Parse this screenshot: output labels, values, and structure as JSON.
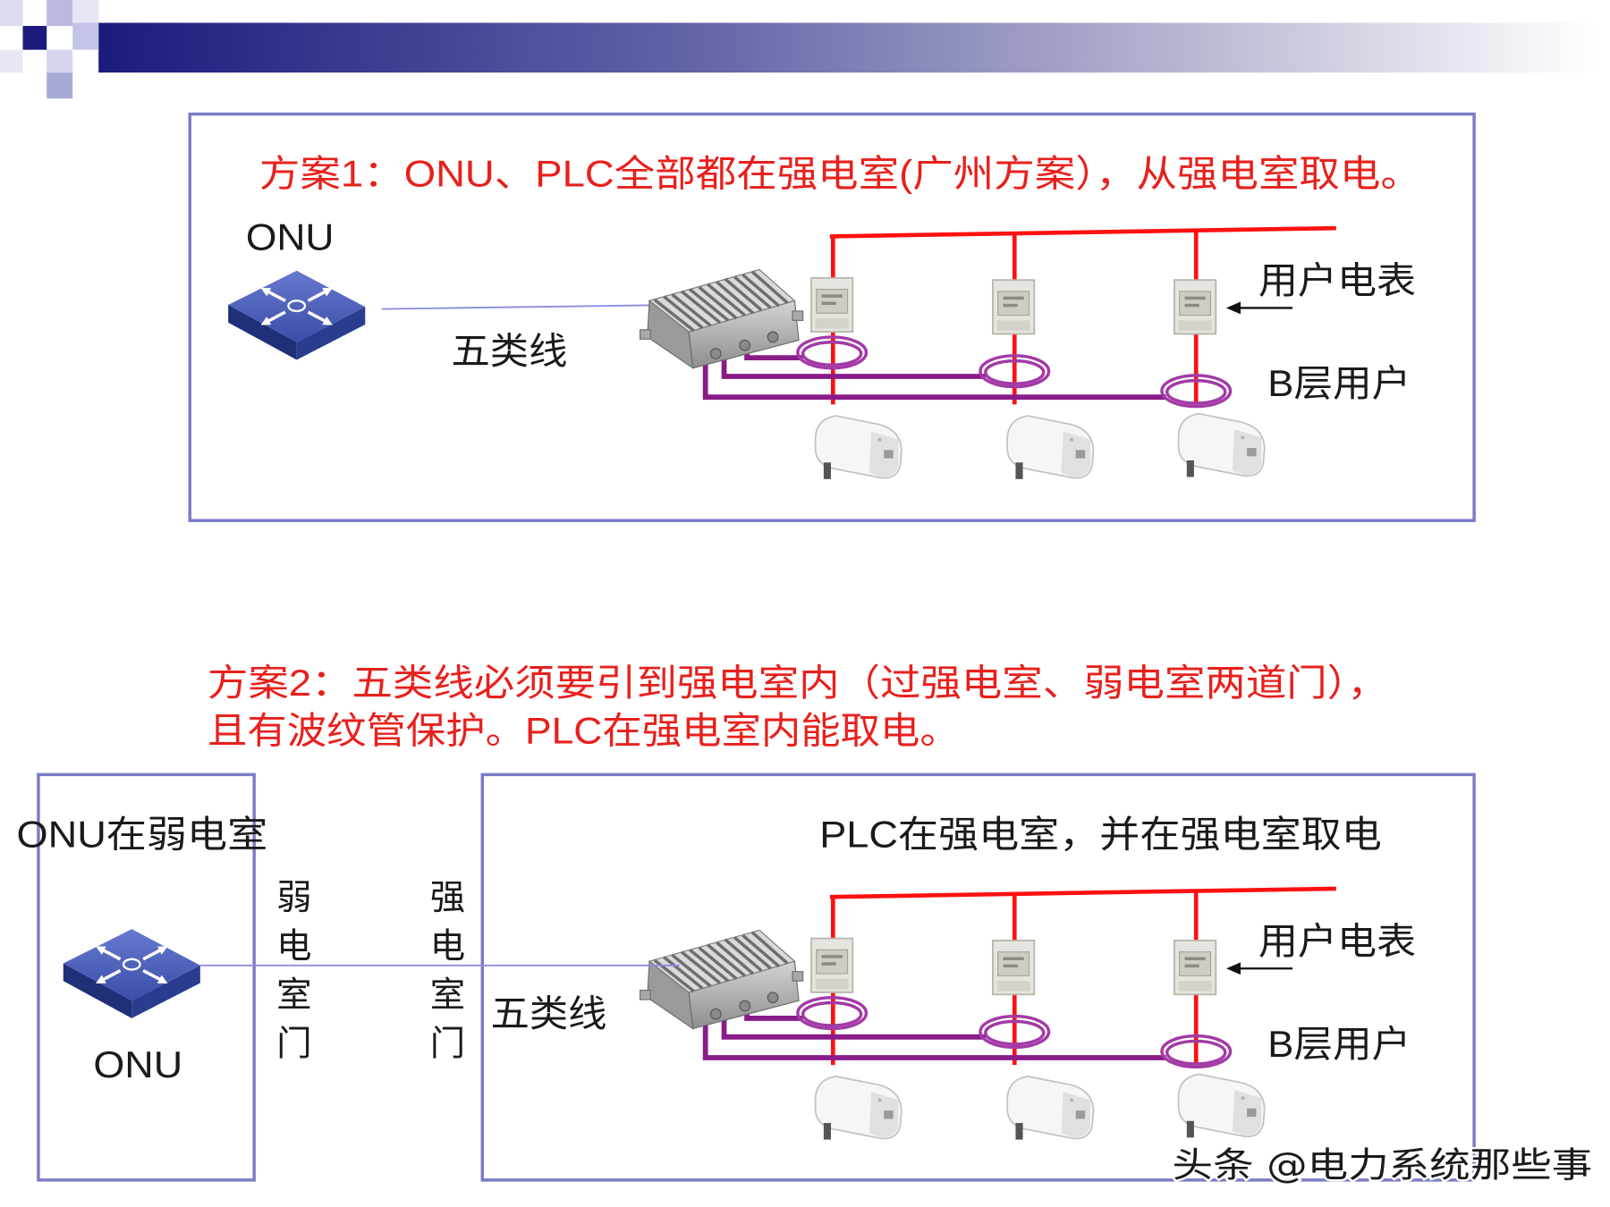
{
  "colors": {
    "title_red": "#e8201c",
    "box_border": "#7c7bc6",
    "power_bus_red": "#ff1010",
    "cable_purple": "#8a1c8a",
    "ring_purple": "#a23aa6",
    "onu_blue": "#3a4ea8",
    "header_navy": "#1b1b7d"
  },
  "scheme1": {
    "title": "方案1：ONU、PLC全部都在强电室(广州方案），从强电室取电。",
    "onu_label": "ONU",
    "cable_label": "五类线",
    "meter_label": "用户电表",
    "user_label": "B层用户"
  },
  "scheme2": {
    "title_line1": "方案2：五类线必须要引到强电室内（过强电室、弱电室两道门），",
    "title_line2": "且有波纹管保护。PLC在强电室内能取电。",
    "onu_room_label": "ONU在弱电室",
    "onu_label": "ONU",
    "weak_room_door": "弱电室门",
    "strong_room_door": "强电室门",
    "cable_label": "五类线",
    "plc_label": "PLC在强电室，并在强电室取电",
    "meter_label": "用户电表",
    "user_label": "B层用户"
  },
  "watermark": "头条 @电力系统那些事"
}
